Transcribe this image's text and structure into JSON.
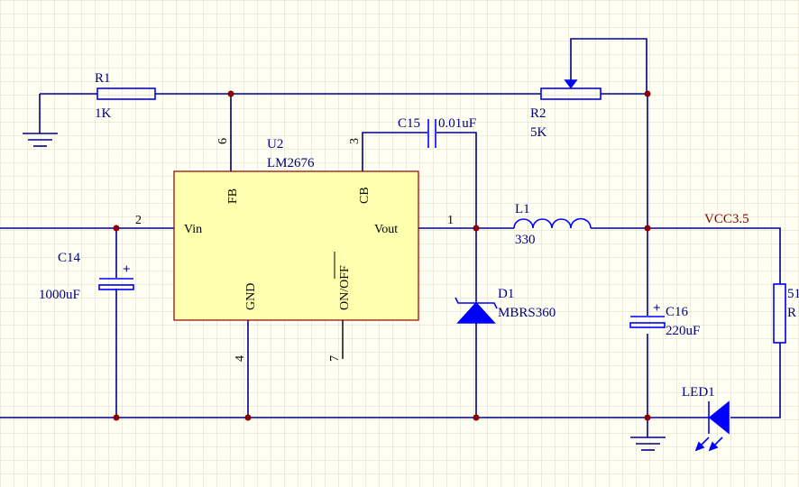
{
  "colors": {
    "background": "#FFFFF4",
    "grid": "#D8D8C4",
    "wire": "#00008B",
    "component": "#0000FF",
    "designator": "#000080",
    "net_label": "#8B0000",
    "ic_body": "#FFFFB0"
  },
  "ic": {
    "designator": "U2",
    "part": "LM2676",
    "pins": {
      "fb": "FB",
      "cb": "CB",
      "vin": "Vin",
      "vout": "Vout",
      "gnd": "GND",
      "on_off": "ON/OFF"
    },
    "pin_numbers": {
      "fb": "6",
      "cb": "3",
      "vin": "2",
      "vout": "1",
      "gnd": "4",
      "on_off": "7"
    }
  },
  "components": {
    "r1": {
      "designator": "R1",
      "value": "1K"
    },
    "r2": {
      "designator": "R2",
      "value": "5K"
    },
    "c14": {
      "designator": "C14",
      "value": "1000uF"
    },
    "c15": {
      "designator": "C15",
      "value": "0.01uF"
    },
    "c16": {
      "designator": "C16",
      "value": "220uF"
    },
    "l1": {
      "designator": "L1",
      "value": "330"
    },
    "d1": {
      "designator": "D1",
      "value": "MBRS360"
    },
    "led1": {
      "designator": "LED1"
    },
    "r_partial": {
      "designator": "51",
      "value": "R"
    }
  },
  "net_labels": {
    "vcc": "VCC3.5"
  },
  "symbols": {
    "plus": "+"
  }
}
